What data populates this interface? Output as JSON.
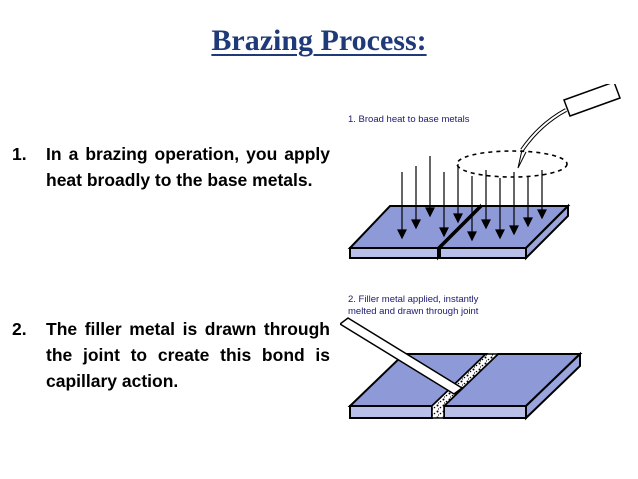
{
  "title": "Brazing Process:",
  "items": [
    {
      "number": "1.",
      "text": "In a brazing operation, you apply heat broadly to the base  metals."
    },
    {
      "number": "2.",
      "text": "The filler metal is drawn through the joint to create this bond is capillary action."
    }
  ],
  "figures": [
    {
      "caption_lines": [
        "1. Broad heat to base metals"
      ]
    },
    {
      "caption_lines": [
        "2.  Filler metal applied, instantly",
        "melted and drawn through joint"
      ]
    }
  ],
  "colors": {
    "title": "#1f3a78",
    "plate_top": "#8e9ad8",
    "plate_side": "#b8c0ea",
    "outline": "#000000"
  }
}
